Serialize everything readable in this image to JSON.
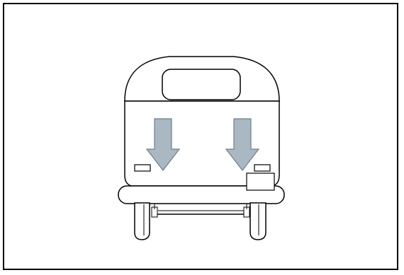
{
  "figure": {
    "subject": "vehicle-rear-view",
    "arrow_count": 2,
    "arrow_direction": "down"
  },
  "colors": {
    "background": "#ffffff",
    "frame": "#000000",
    "outline": "#000000",
    "arrow_fill": "#a9b8c2",
    "arrow_stroke": "#6f7f89"
  }
}
